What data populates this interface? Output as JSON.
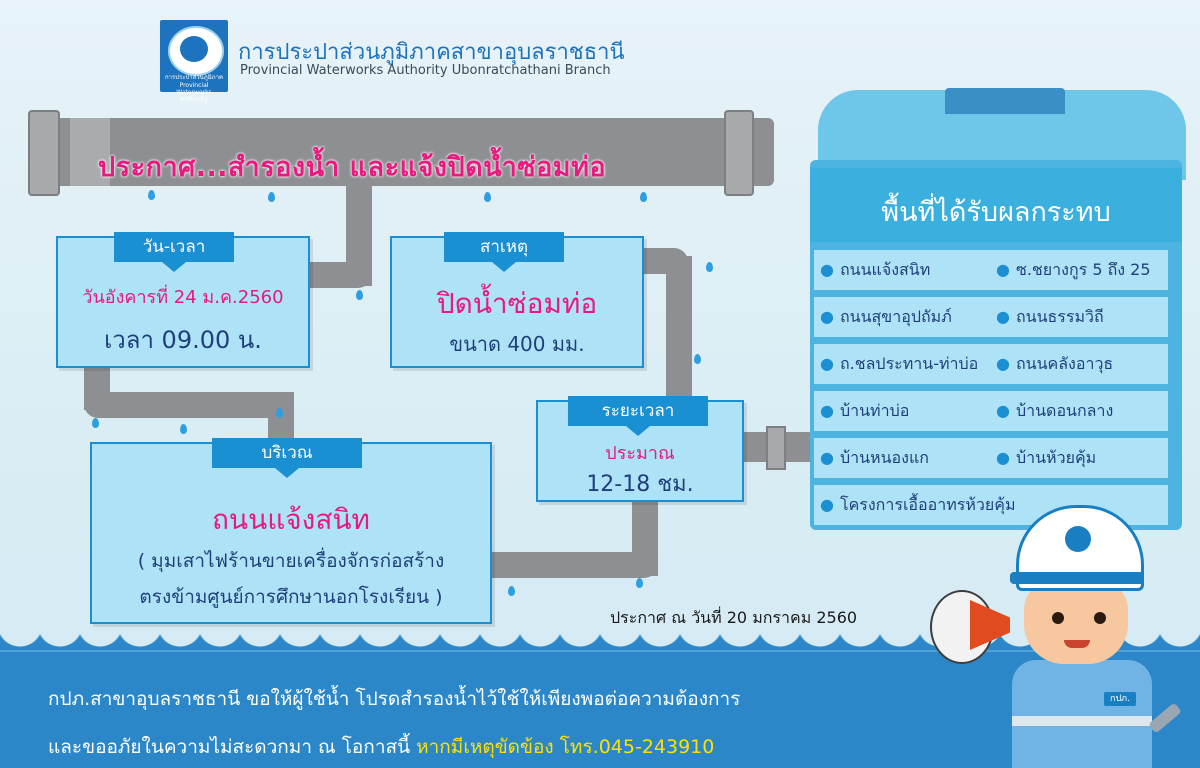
{
  "header": {
    "logo_text_th": "การประปาส่วนภูมิภาค",
    "logo_text_en": "Provincial Waterworks Authority",
    "org_th": "การประปาส่วนภูมิภาคสาขาอุบลราชธานี",
    "org_en": "Provincial Waterworks Authority Ubonratchathani Branch"
  },
  "title": "ประกาศ...สำรองน้ำ และแจ้งปิดน้ำซ่อมท่อ",
  "datetime": {
    "tab": "วัน-เวลา",
    "line1": "วันอังคารที่ 24 ม.ค.2560",
    "line2": "เวลา 09.00 น."
  },
  "cause": {
    "tab": "สาเหตุ",
    "line1": "ปิดน้ำซ่อมท่อ",
    "line2": "ขนาด 400 มม."
  },
  "duration": {
    "tab": "ระยะเวลา",
    "line1": "ประมาณ",
    "line2": "12-18 ชม."
  },
  "location": {
    "tab": "บริเวณ",
    "line1": "ถนนแจ้งสนิท",
    "line2": "( มุมเสาไฟร้านขายเครื่องจักรก่อสร้าง",
    "line3": "ตรงข้ามศูนย์การศึกษานอกโรงเรียน )"
  },
  "affected": {
    "heading": "พื้นที่ได้รับผลกระทบ",
    "items": [
      "ถนนแจ้งสนิท",
      "ซ.ชยางกูร 5 ถึง 25",
      "ถนนสุขาอุปถัมภ์",
      "ถนนธรรมวิถี",
      "ถ.ชลประทาน-ท่าบ่อ",
      "ถนนคลังอาวุธ",
      "บ้านท่าบ่อ",
      "บ้านดอนกลาง",
      "บ้านหนองแก",
      "บ้านห้วยคุ้ม",
      "โครงการเอื้ออาทรห้วยคุ้ม"
    ]
  },
  "announce_date": "ประกาศ ณ วันที่  20 มกราคม 2560",
  "footer": {
    "line1": "กปภ.สาขาอุบลราชธานี ขอให้ผู้ใช้น้ำ โปรดสำรองน้ำไว้ใช้ให้เพียงพอต่อความต้องการ",
    "line2": "และขออภัยในความไม่สะดวกมา ณ โอกาสนี้ ",
    "line2_highlight": "หากมีเหตุขัดข้อง โทร.045-243910"
  },
  "mascot": {
    "badge": "กปภ."
  },
  "colors": {
    "accent_blue": "#1a8fd1",
    "pink": "#e8197f",
    "navy": "#1f3f7a",
    "highlight": "#ffe100"
  }
}
